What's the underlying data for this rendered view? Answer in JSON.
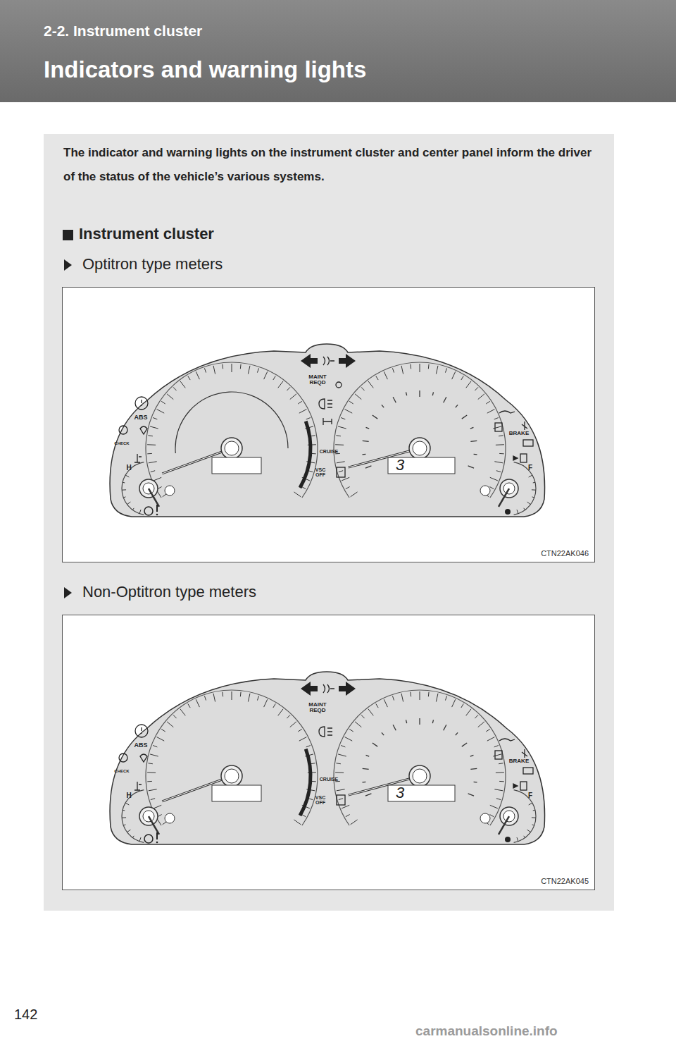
{
  "diagram": {
    "title": "Indicators and warning lights",
    "nodes": [
      {
        "text": [
          "The indicator and warning lights on the instrument cluster and center panel inform the driver of the status of the vehicle’s various systems.",
          "Instrument cluster"
        ]
      },
      {
        "text": [
          "Optitron type meters",
          "CTN22AK046"
        ],
        "in": 0
      },
      {
        "text": [
          "Non-Optitron type meters",
          "CTN22AK045"
        ],
        "in": 0
      }
    ],
    "labels": [
      "2-2. Instrument cluster",
      "MAINT REQD",
      "ABS",
      "CHECK",
      "CRUISE",
      "VSC OFF",
      "BRAKE",
      "H",
      "F",
      "3",
      "MAINT REQD",
      "ABS",
      "CHECK",
      "CRUISE",
      "VSC OFF",
      "BRAKE",
      "H",
      "F",
      "3",
      "142",
      "carmanualsonline.info"
    ]
  }
}
